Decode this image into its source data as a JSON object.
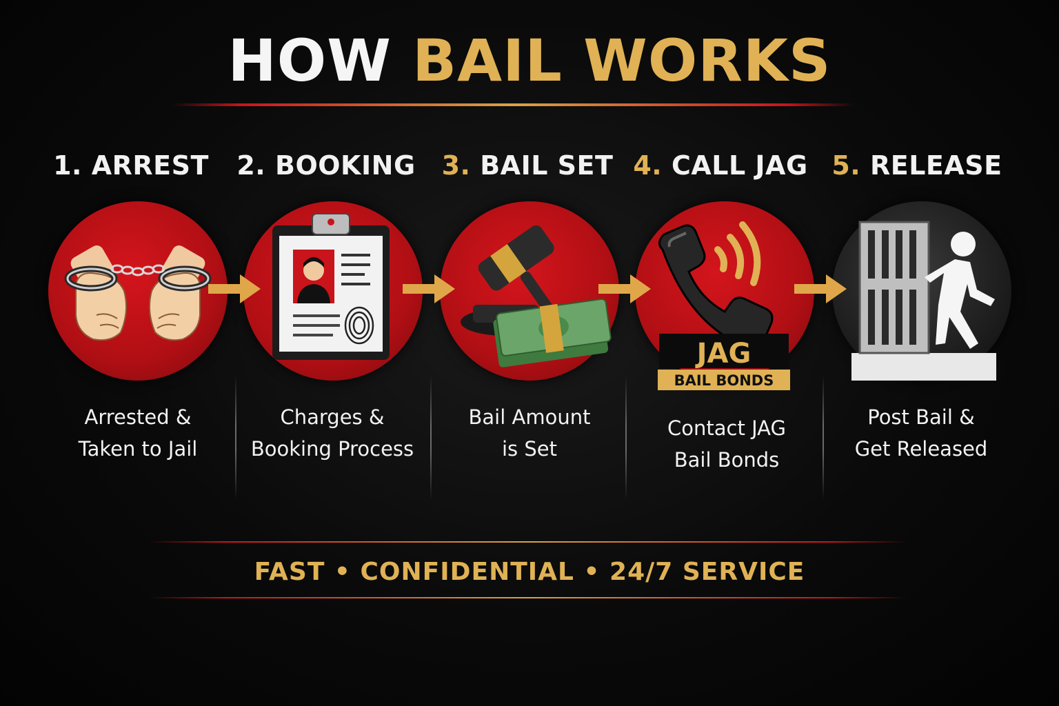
{
  "header": {
    "title_white": "HOW",
    "title_gold": "BAIL WORKS"
  },
  "steps": [
    {
      "number": "1.",
      "title": "ARREST",
      "desc_line1": "Arrested &",
      "desc_line2": "Taken to Jail",
      "icon": "handcuffs-icon"
    },
    {
      "number": "2.",
      "title": "BOOKING",
      "desc_line1": "Charges &",
      "desc_line2": "Booking Process",
      "icon": "clipboard-mugshot-icon"
    },
    {
      "number": "3.",
      "title": "BAIL SET",
      "desc_line1": "Bail Amount",
      "desc_line2": "is Set",
      "icon": "gavel-money-icon"
    },
    {
      "number": "4.",
      "title": "CALL JAG",
      "desc_line1": "Contact JAG",
      "desc_line2": "Bail Bonds",
      "icon": "phone-icon"
    },
    {
      "number": "5.",
      "title": "RELEASE",
      "desc_line1": "Post Bail &",
      "desc_line2": "Get Released",
      "icon": "walking-out-of-jail-icon"
    }
  ],
  "logo": {
    "name": "JAG",
    "subtitle": "BAIL BONDS"
  },
  "footer": {
    "tagline": "FAST • CONFIDENTIAL • 24/7 SERVICE"
  },
  "colors": {
    "gold": "#e0b255",
    "red": "#c8141a",
    "white": "#f2f2f2",
    "background": "#050505"
  }
}
